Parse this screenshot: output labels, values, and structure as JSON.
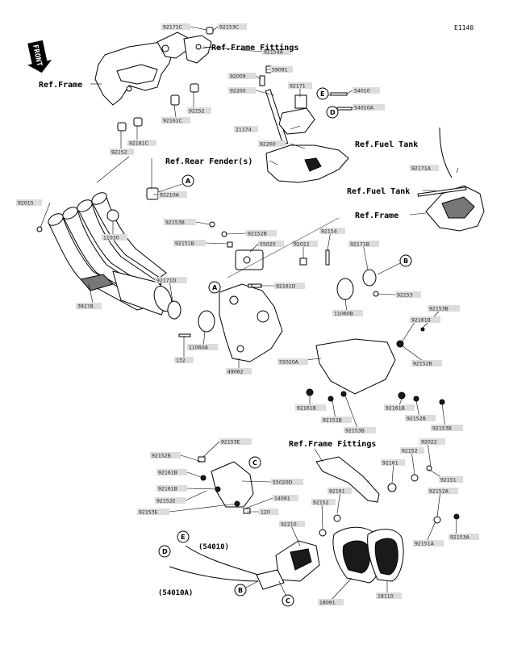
{
  "diagram_code": "E1140",
  "front_label": "FRONT",
  "refs": {
    "frame_fittings_top": "Ref.Frame Fittings",
    "frame_left": "Ref.Frame",
    "fuel_tank_1": "Ref.Fuel Tank",
    "rear_fender": "Ref.Rear Fender(s)",
    "fuel_tank_2": "Ref.Fuel Tank",
    "frame_right": "Ref.Frame",
    "frame_fittings_bottom": "Ref.Frame Fittings"
  },
  "cable_refs": {
    "e_code": "(54010)",
    "d_code": "(54010A)"
  },
  "callouts": {
    "A": "A",
    "B": "B",
    "C": "C",
    "D": "D",
    "E": "E"
  },
  "parts": {
    "p92171C": "92171C",
    "p92153C": "92153C",
    "p92154A": "92154A",
    "p59091": "59091",
    "p92009": "92009",
    "p92200_top": "92200",
    "p92171": "92171",
    "p54010": "54010",
    "p54010A": "54010A",
    "p92152_top": "92152",
    "p92161C": "92161C",
    "p92161C_b": "92161C",
    "p92152_left": "92152",
    "p21174": "21174",
    "p92200_mid": "92200",
    "p92171A": "92171A",
    "p92210A": "92210A",
    "p92015": "92015",
    "p11030": "11030",
    "p92153B_a": "92153B",
    "p92152B_a": "92152B",
    "p92151B": "92151B",
    "p55020": "55020",
    "p92022_a": "92022",
    "p92154": "92154",
    "p92171B": "92171B",
    "p92161D": "92161D",
    "p92153": "92153",
    "p92171D": "92171D",
    "p39178": "39178",
    "p11060B": "11060B",
    "p92161B_a": "92161B",
    "p92153B_b": "92153B",
    "p11060A": "11060A",
    "p92152B_b": "92152B",
    "p132": "132",
    "p49062": "49062",
    "p55020A": "55020A",
    "p92161B_b": "92161B",
    "p92152B_c": "92152B",
    "p92153B_c": "92153B",
    "p92161B_c": "92161B",
    "p92152B_d": "92152B",
    "p92153B_d": "92153B",
    "p92153E_a": "92153E",
    "p92152B_e": "92152B",
    "p92161B_d": "92161B",
    "p92022_b": "92022",
    "p92152_r": "92152",
    "p55020D": "55020D",
    "p92161": "92161",
    "p92151": "92151",
    "p92161B_e": "92161B",
    "p14091": "14091",
    "p92152E": "92152E",
    "p92161_b": "92161",
    "p92152A": "92152A",
    "p92153E_b": "92153E",
    "p120": "120",
    "p92152_c": "92152",
    "p92210": "92210",
    "p92153A": "92153A",
    "p92151A": "92151A",
    "p18091": "18091",
    "p18110": "18110"
  }
}
